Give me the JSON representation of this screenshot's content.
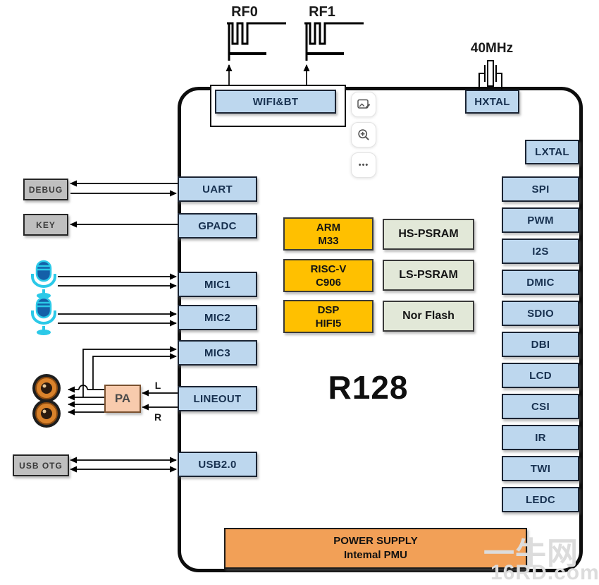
{
  "chip": {
    "name": "R128",
    "wifi_bt": "WIFI&BT",
    "hxtal": "HXTAL",
    "left_ports": {
      "uart": "UART",
      "gpadc": "GPADC",
      "mic1": "MIC1",
      "mic2": "MIC2",
      "mic3": "MIC3",
      "lineout": "LINEOUT",
      "usb20": "USB2.0"
    },
    "right_ports": {
      "lxtal": "LXTAL",
      "spi": "SPI",
      "pwm": "PWM",
      "i2s": "I2S",
      "dmic": "DMIC",
      "sdio": "SDIO",
      "dbi": "DBI",
      "lcd": "LCD",
      "csi": "CSI",
      "ir": "IR",
      "twi": "TWI",
      "ledc": "LEDC"
    },
    "cores": {
      "arm": {
        "line1": "ARM",
        "line2": "M33"
      },
      "riscv": {
        "line1": "RISC-V",
        "line2": "C906"
      },
      "dsp": {
        "line1": "DSP",
        "line2": "HIFI5"
      }
    },
    "memories": {
      "hs_psram": "HS-PSRAM",
      "ls_psram": "LS-PSRAM",
      "nor_flash": "Nor Flash"
    },
    "power": {
      "line1": "POWER SUPPLY",
      "line2": "Intemal PMU"
    }
  },
  "external": {
    "rf0": "RF0",
    "rf1": "RF1",
    "xtal_freq": "40MHz",
    "debug": "DEBUG",
    "key": "KEY",
    "usb_otg": "USB OTG",
    "pa": "PA",
    "line_l": "L",
    "line_r": "R"
  },
  "overlay": {
    "more_glyph": "•••"
  },
  "watermark": {
    "line1": "一牛网",
    "line2": "16RD.com"
  },
  "colors": {
    "port_fill": "#BDD7EE",
    "core_fill": "#FFC000",
    "memory_fill": "#E2E8D8",
    "power_fill": "#F2A057",
    "pa_fill": "#F8CBAD",
    "gray_fill": "#BFBFBF",
    "mic_cyan": "#2BC9E8",
    "speaker_orange": "#D9822B"
  }
}
